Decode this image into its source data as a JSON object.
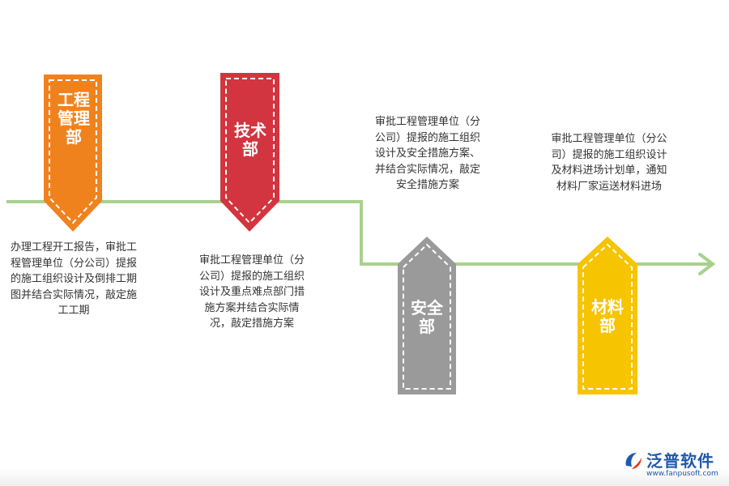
{
  "departments": [
    {
      "label": "工程管理部",
      "color": "#f0821e",
      "pointer": "down"
    },
    {
      "label": "技术部",
      "color": "#d2353f",
      "pointer": "down"
    },
    {
      "label": "安全部",
      "color": "#9a9a9a",
      "pointer": "up"
    },
    {
      "label": "材料部",
      "color": "#f6c400",
      "pointer": "up"
    }
  ],
  "descriptions": [
    "办理工程开工报告，审批工程管理单位（分公司）提报的施工组织设计及倒排工期图并结合实际情况，敲定施工工期",
    "审批工程管理单位（分公司）提报的施工组织设计及重点难点部门措施方案并结合实际情况，敲定措施方案",
    "审批工程管理单位（分公司）提报的施工组织设计及安全措施方案、并结合实际情况，敲定安全措施方案",
    "审批工程管理单位（分公司）提报的施工组织设计及材料进场计划单，通知材料厂家运送材料进场"
  ],
  "timeline_color": "#a9d18e",
  "brand": {
    "name": "泛普软件",
    "url": "www.fanpusoft.com",
    "color": "#1f5aa8",
    "icon": "fanpu-logo-icon"
  }
}
